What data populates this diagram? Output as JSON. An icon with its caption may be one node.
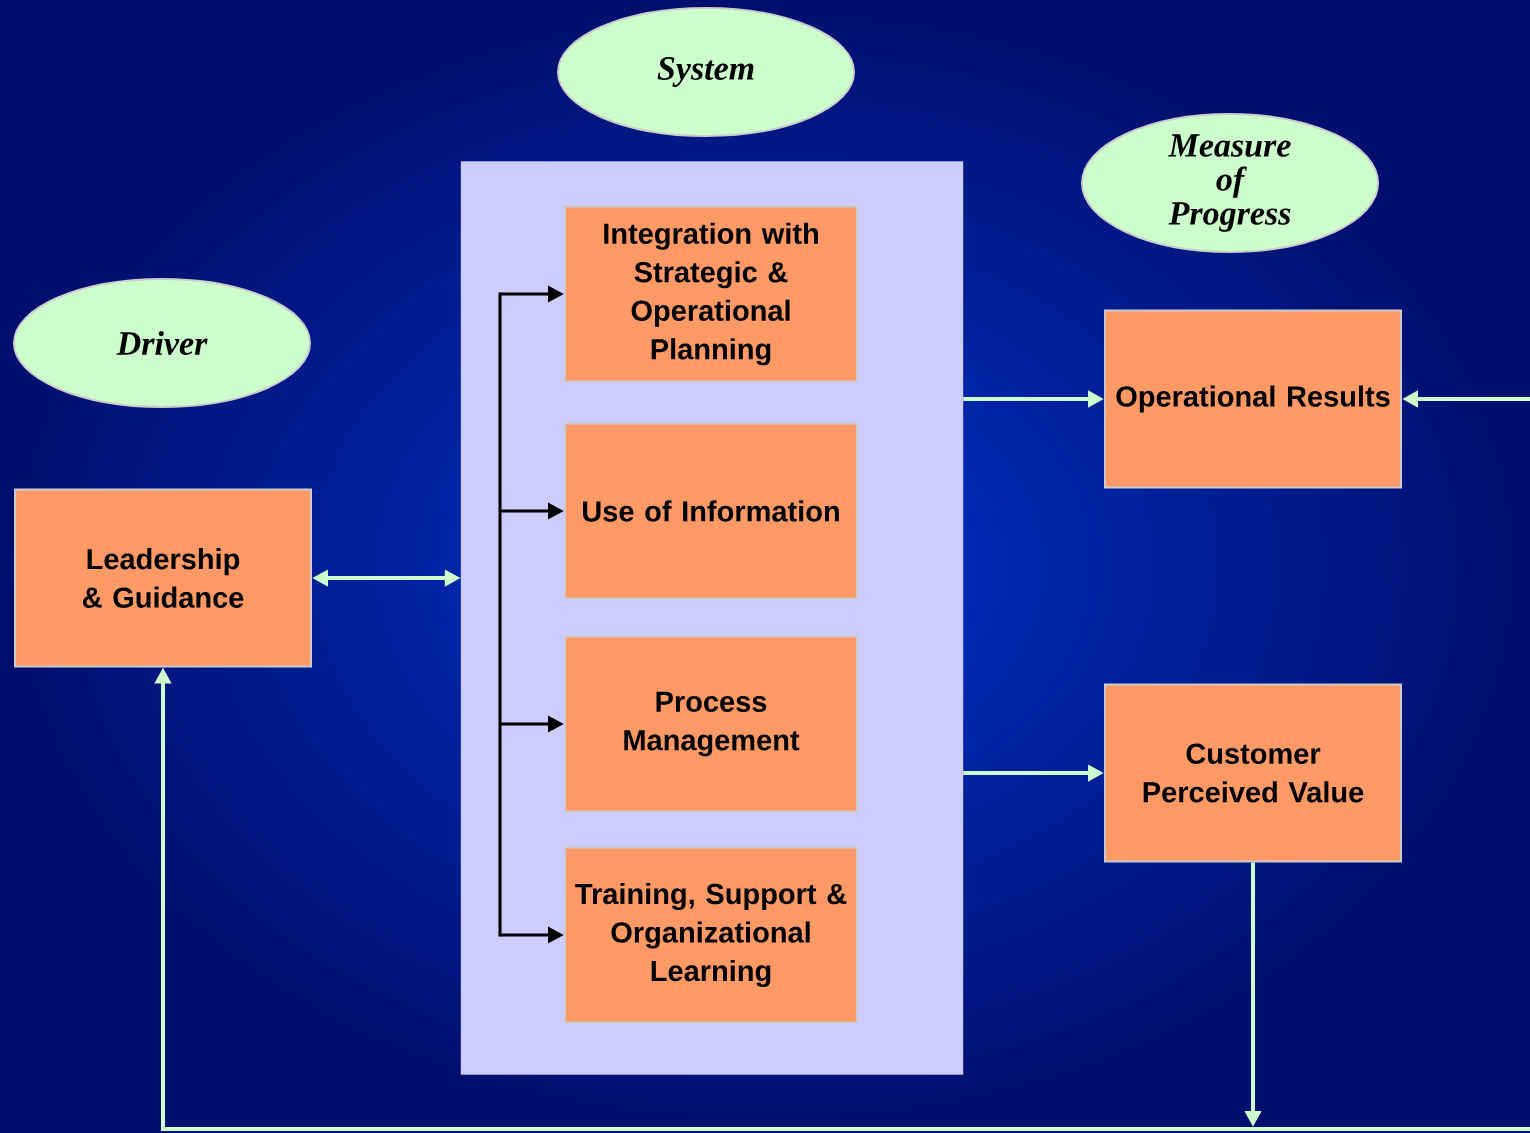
{
  "diagram": {
    "nodes": [
      {
        "text": [
          "System"
        ]
      },
      {
        "text": [
          "Measure of Progress"
        ]
      },
      {
        "text": [
          "Driver"
        ]
      },
      {
        "text": [],
        "shape": "box"
      },
      {
        "text": [
          "Integration with Strategic & Operational Planning"
        ],
        "in": 3
      },
      {
        "text": [
          "Use of Information"
        ],
        "in": 3
      },
      {
        "text": [
          "Process Management"
        ],
        "in": 3
      },
      {
        "text": [
          "Training, Support & Organizational Learning"
        ],
        "in": 3
      },
      {
        "text": [
          "Operational Results"
        ]
      },
      {
        "text": [
          "Leadership & Guidance"
        ]
      },
      {
        "text": [
          "Customer Perceived Value"
        ]
      }
    ],
    "edges": [
      {
        "from": 9,
        "to": 3,
        "arrow": "both"
      },
      {
        "from": 3,
        "to": 8,
        "arrow": "to"
      },
      {
        "from": 3,
        "to": 10,
        "arrow": "to"
      },
      {
        "from": null,
        "to": 8,
        "arrow": "to"
      },
      {
        "from": null,
        "to": 4,
        "arrow": "to",
        "color": "#000000"
      },
      {
        "from": null,
        "to": 5,
        "arrow": "to",
        "color": "#000000"
      },
      {
        "from": null,
        "to": 6,
        "arrow": "to",
        "color": "#000000"
      },
      {
        "from": null,
        "to": 7,
        "arrow": "to",
        "color": "#000000"
      },
      {
        "from": 10,
        "to": null,
        "arrow": "to"
      },
      {
        "from": null,
        "to": 9,
        "arrow": "to"
      }
    ]
  }
}
